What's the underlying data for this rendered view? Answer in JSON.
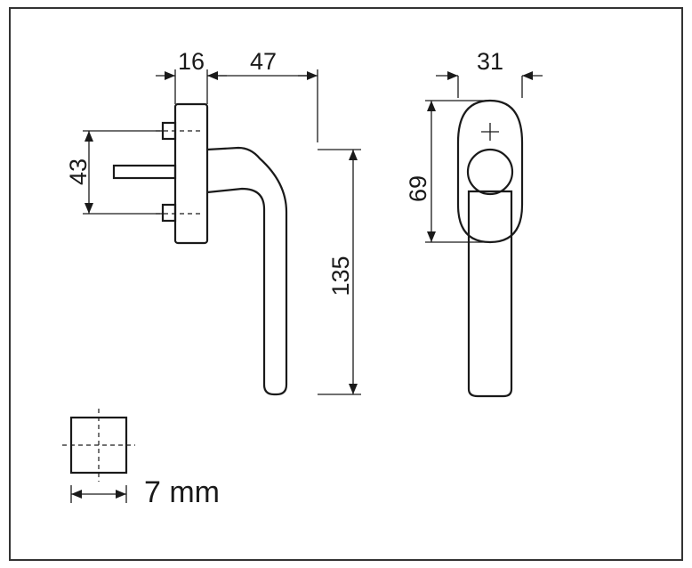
{
  "dimensions": {
    "base_width": "16",
    "offset": "47",
    "rose_width": "31",
    "spindle_spacing": "43",
    "rose_height": "69",
    "handle_length": "135"
  },
  "square_spindle": {
    "size_label": "7 mm"
  },
  "colors": {
    "line": "#1a1a1a",
    "background": "#ffffff",
    "frame": "#333333"
  }
}
